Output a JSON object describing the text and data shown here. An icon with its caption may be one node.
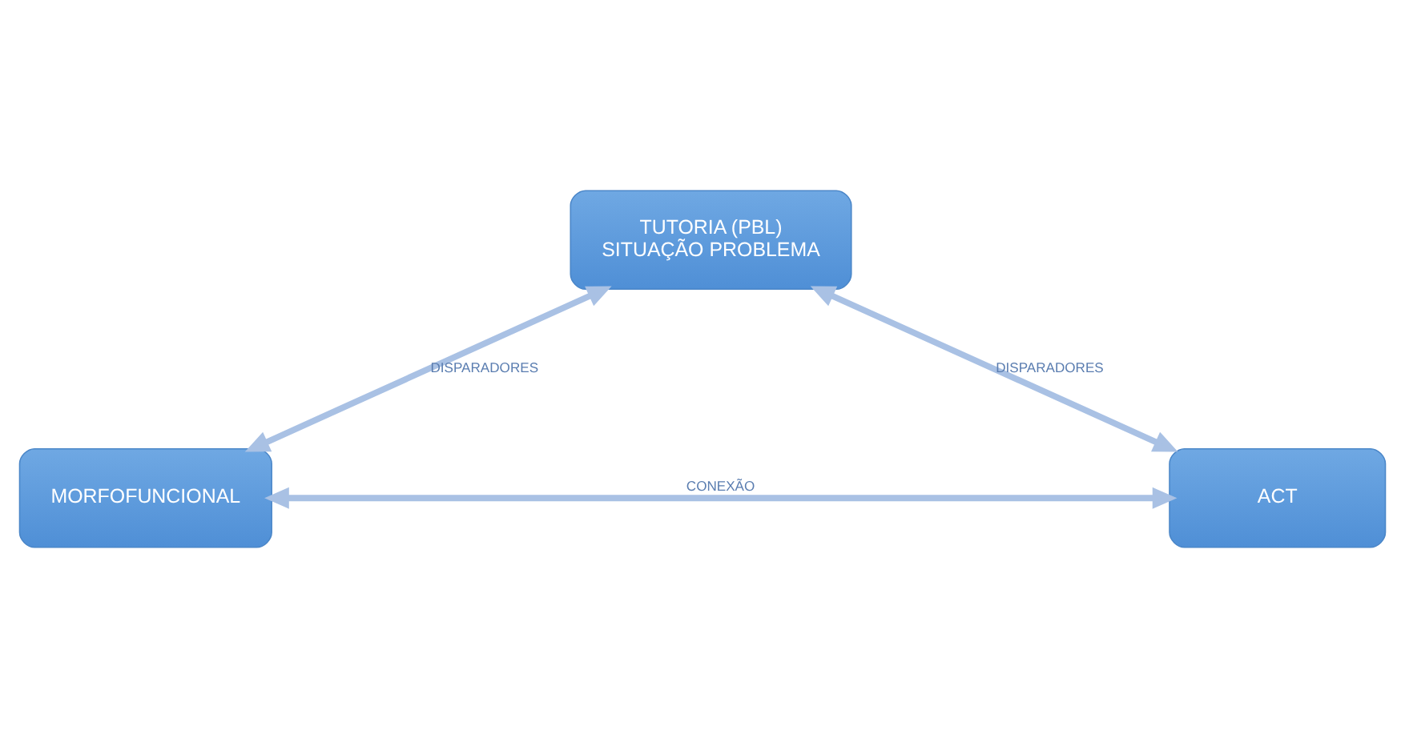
{
  "diagram": {
    "nodes": [
      {
        "text": [
          "TUTORIA (PBL)",
          "SITUAÇÃO PROBLEMA"
        ]
      },
      {
        "text": [
          "MORFOFUNCIONAL"
        ]
      },
      {
        "text": [
          "ACT"
        ]
      }
    ],
    "edges": [
      {
        "from": 0,
        "to": 1,
        "arrow": "both",
        "label": "DISPARADORES"
      },
      {
        "from": 0,
        "to": 2,
        "arrow": "both",
        "label": "DISPARADORES"
      },
      {
        "from": 1,
        "to": 2,
        "arrow": "both",
        "label": "CONEXÃO"
      }
    ]
  }
}
